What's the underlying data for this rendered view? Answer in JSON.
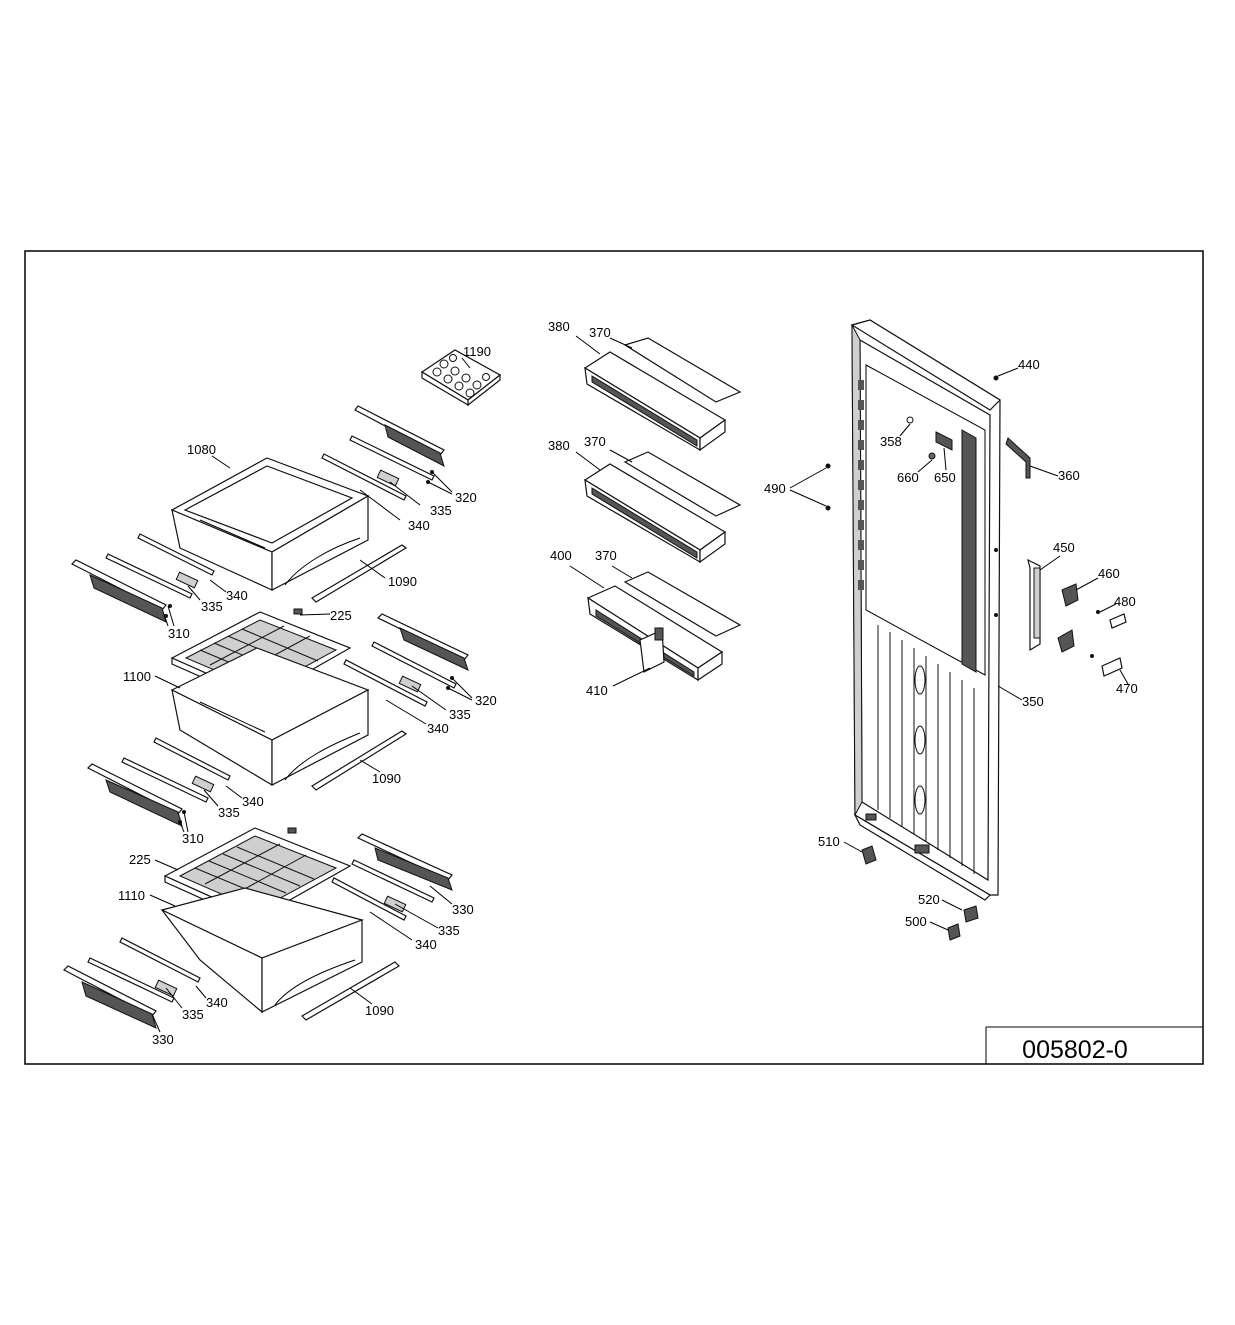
{
  "drawing_number": "005802-0",
  "labels": {
    "l1190": "1190",
    "l1080": "1080",
    "l320a": "320",
    "l335a": "335",
    "l340a": "340",
    "l1090a": "1090",
    "l340b": "340",
    "l335b": "335",
    "l310a": "310",
    "l225a": "225",
    "l1100": "1100",
    "l320b": "320",
    "l335c": "335",
    "l340c": "340",
    "l1090b": "1090",
    "l340d": "340",
    "l335d": "335",
    "l310b": "310",
    "l225b": "225",
    "l1110": "1110",
    "l330a": "330",
    "l335e": "335",
    "l340e": "340",
    "l340f": "340",
    "l335f": "335",
    "l330b": "330",
    "l1090c": "1090",
    "l380a": "380",
    "l370a": "370",
    "l380b": "380",
    "l370b": "370",
    "l400": "400",
    "l370c": "370",
    "l410": "410",
    "l440": "440",
    "l358": "358",
    "l660": "660",
    "l650": "650",
    "l360": "360",
    "l490": "490",
    "l450": "450",
    "l460": "460",
    "l480": "480",
    "l470": "470",
    "l350": "350",
    "l510": "510",
    "l520": "520",
    "l500": "500"
  }
}
